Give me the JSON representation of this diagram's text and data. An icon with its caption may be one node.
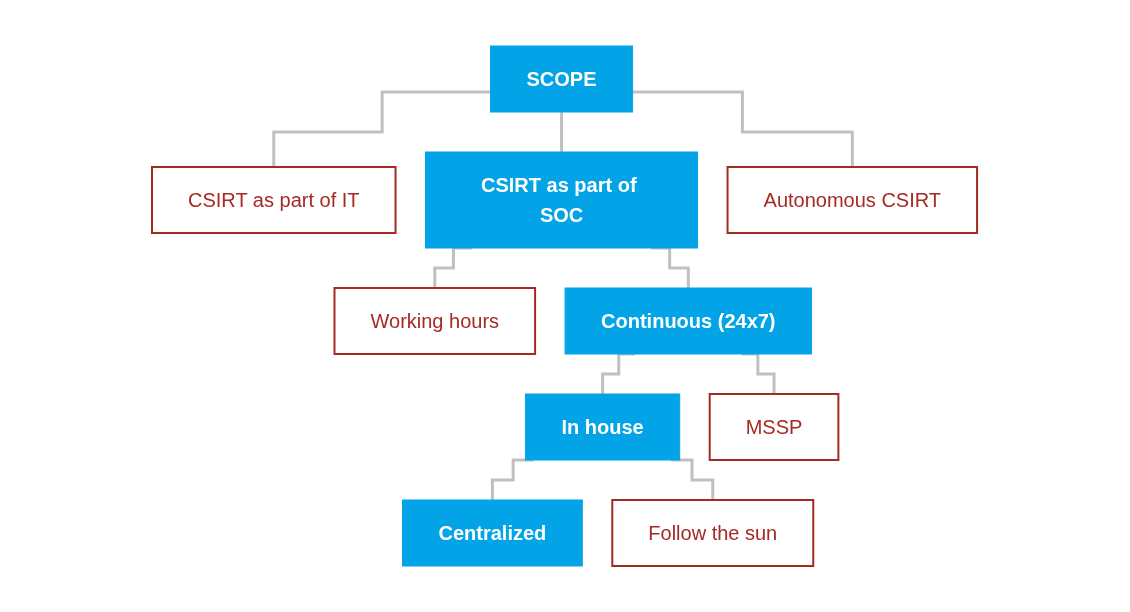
{
  "diagram": {
    "nodes": [
      {
        "text": [
          "SCOPE"
        ]
      },
      {
        "text": [
          "CSIRT as part of IT"
        ]
      },
      {
        "text": [
          "CSIRT as part of SOC"
        ]
      },
      {
        "text": [
          "Autonomous CSIRT"
        ]
      },
      {
        "text": [
          "Working hours"
        ]
      },
      {
        "text": [
          "Continuous (24x7)"
        ]
      },
      {
        "text": [
          "In house"
        ]
      },
      {
        "text": [
          "MSSP"
        ]
      },
      {
        "text": [
          "Centralized"
        ]
      },
      {
        "text": [
          "Follow the sun"
        ]
      }
    ],
    "edges": [
      {
        "from": 0,
        "to": 1,
        "arrow": "none"
      },
      {
        "from": 0,
        "to": 2,
        "arrow": "none"
      },
      {
        "from": 0,
        "to": 3,
        "arrow": "none"
      },
      {
        "from": 2,
        "to": 4,
        "arrow": "none"
      },
      {
        "from": 2,
        "to": 5,
        "arrow": "none"
      },
      {
        "from": 5,
        "to": 6,
        "arrow": "none"
      },
      {
        "from": 5,
        "to": 7,
        "arrow": "none"
      },
      {
        "from": 6,
        "to": 8,
        "arrow": "none"
      },
      {
        "from": 6,
        "to": 9,
        "arrow": "none"
      }
    ]
  }
}
